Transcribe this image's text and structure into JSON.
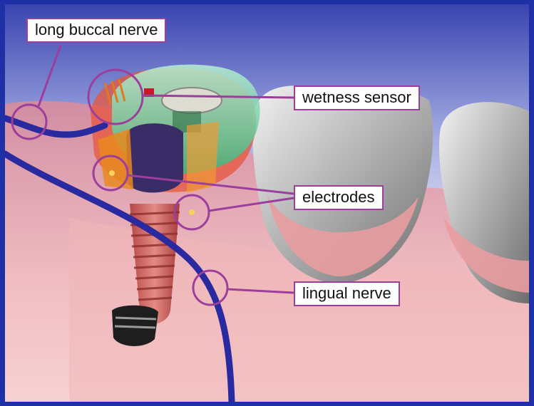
{
  "labels": {
    "long_buccal_nerve": "long buccal nerve",
    "wetness_sensor": "wetness sensor",
    "electrodes": "electrodes",
    "lingual_nerve": "lingual nerve"
  },
  "colors": {
    "frame": "#1f2fa6",
    "callout": "#9c3e9c",
    "nerve": "#2a2aa0",
    "gum": "#e8a4a8",
    "tooth": "#c8c8c8",
    "implant_screw": "#c96060",
    "crown_glass": "#6fd6a8"
  }
}
